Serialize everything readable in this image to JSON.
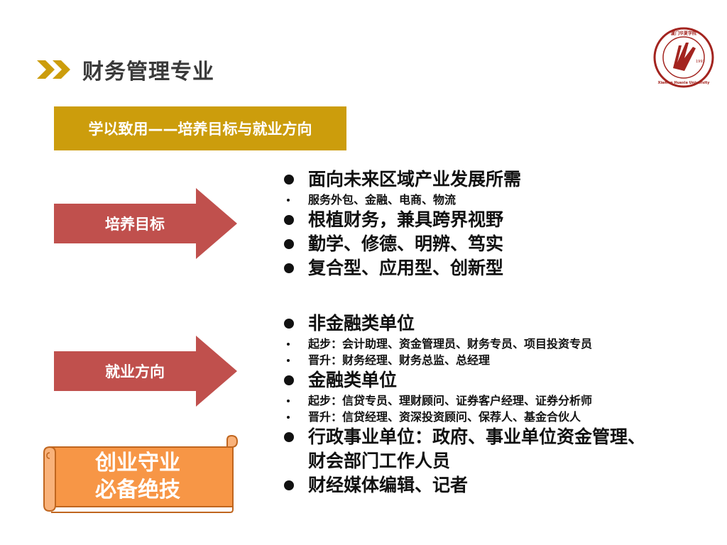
{
  "title": "财务管理专业",
  "logo": {
    "icon": "university-seal-icon",
    "text_top": "厦门华夏学院",
    "text_bottom": "Xiamen Huaxia University",
    "year": "1993"
  },
  "banner": "学以致用——培养目标与就业方向",
  "arrows": {
    "goal": "培养目标",
    "career": "就业方向"
  },
  "scroll": {
    "line1": "创业守业",
    "line2": "必备绝技"
  },
  "goals": {
    "b1": "面向未来区域产业发展所需",
    "b1_sub": "服务外包、金融、电商、物流",
    "b2": "根植财务，兼具跨界视野",
    "b3": "勤学、修德、明辨、笃实",
    "b4": "复合型、应用型、创新型"
  },
  "career": {
    "c1": "非金融类单位",
    "c1_s1": "起步：会计助理、资金管理员、财务专员、项目投资专员",
    "c1_s2": "晋升：财务经理、财务总监、总经理",
    "c2": "金融类单位",
    "c2_s1": "起步：信贷专员、理财顾问、证券客户经理、证券分析师",
    "c2_s2": "晋升：信贷经理、资深投资顾问、保荐人、基金合伙人",
    "c3_line1": "行政事业单位：政府、事业单位资金管理、",
    "c3_line2": "财会部门工作人员",
    "c4": "财经媒体编辑、记者"
  },
  "colors": {
    "gold": "#cc9d0c",
    "arrow_red": "#c0504d",
    "scroll_orange": "#f79646",
    "seal_red": "#a3241f"
  }
}
